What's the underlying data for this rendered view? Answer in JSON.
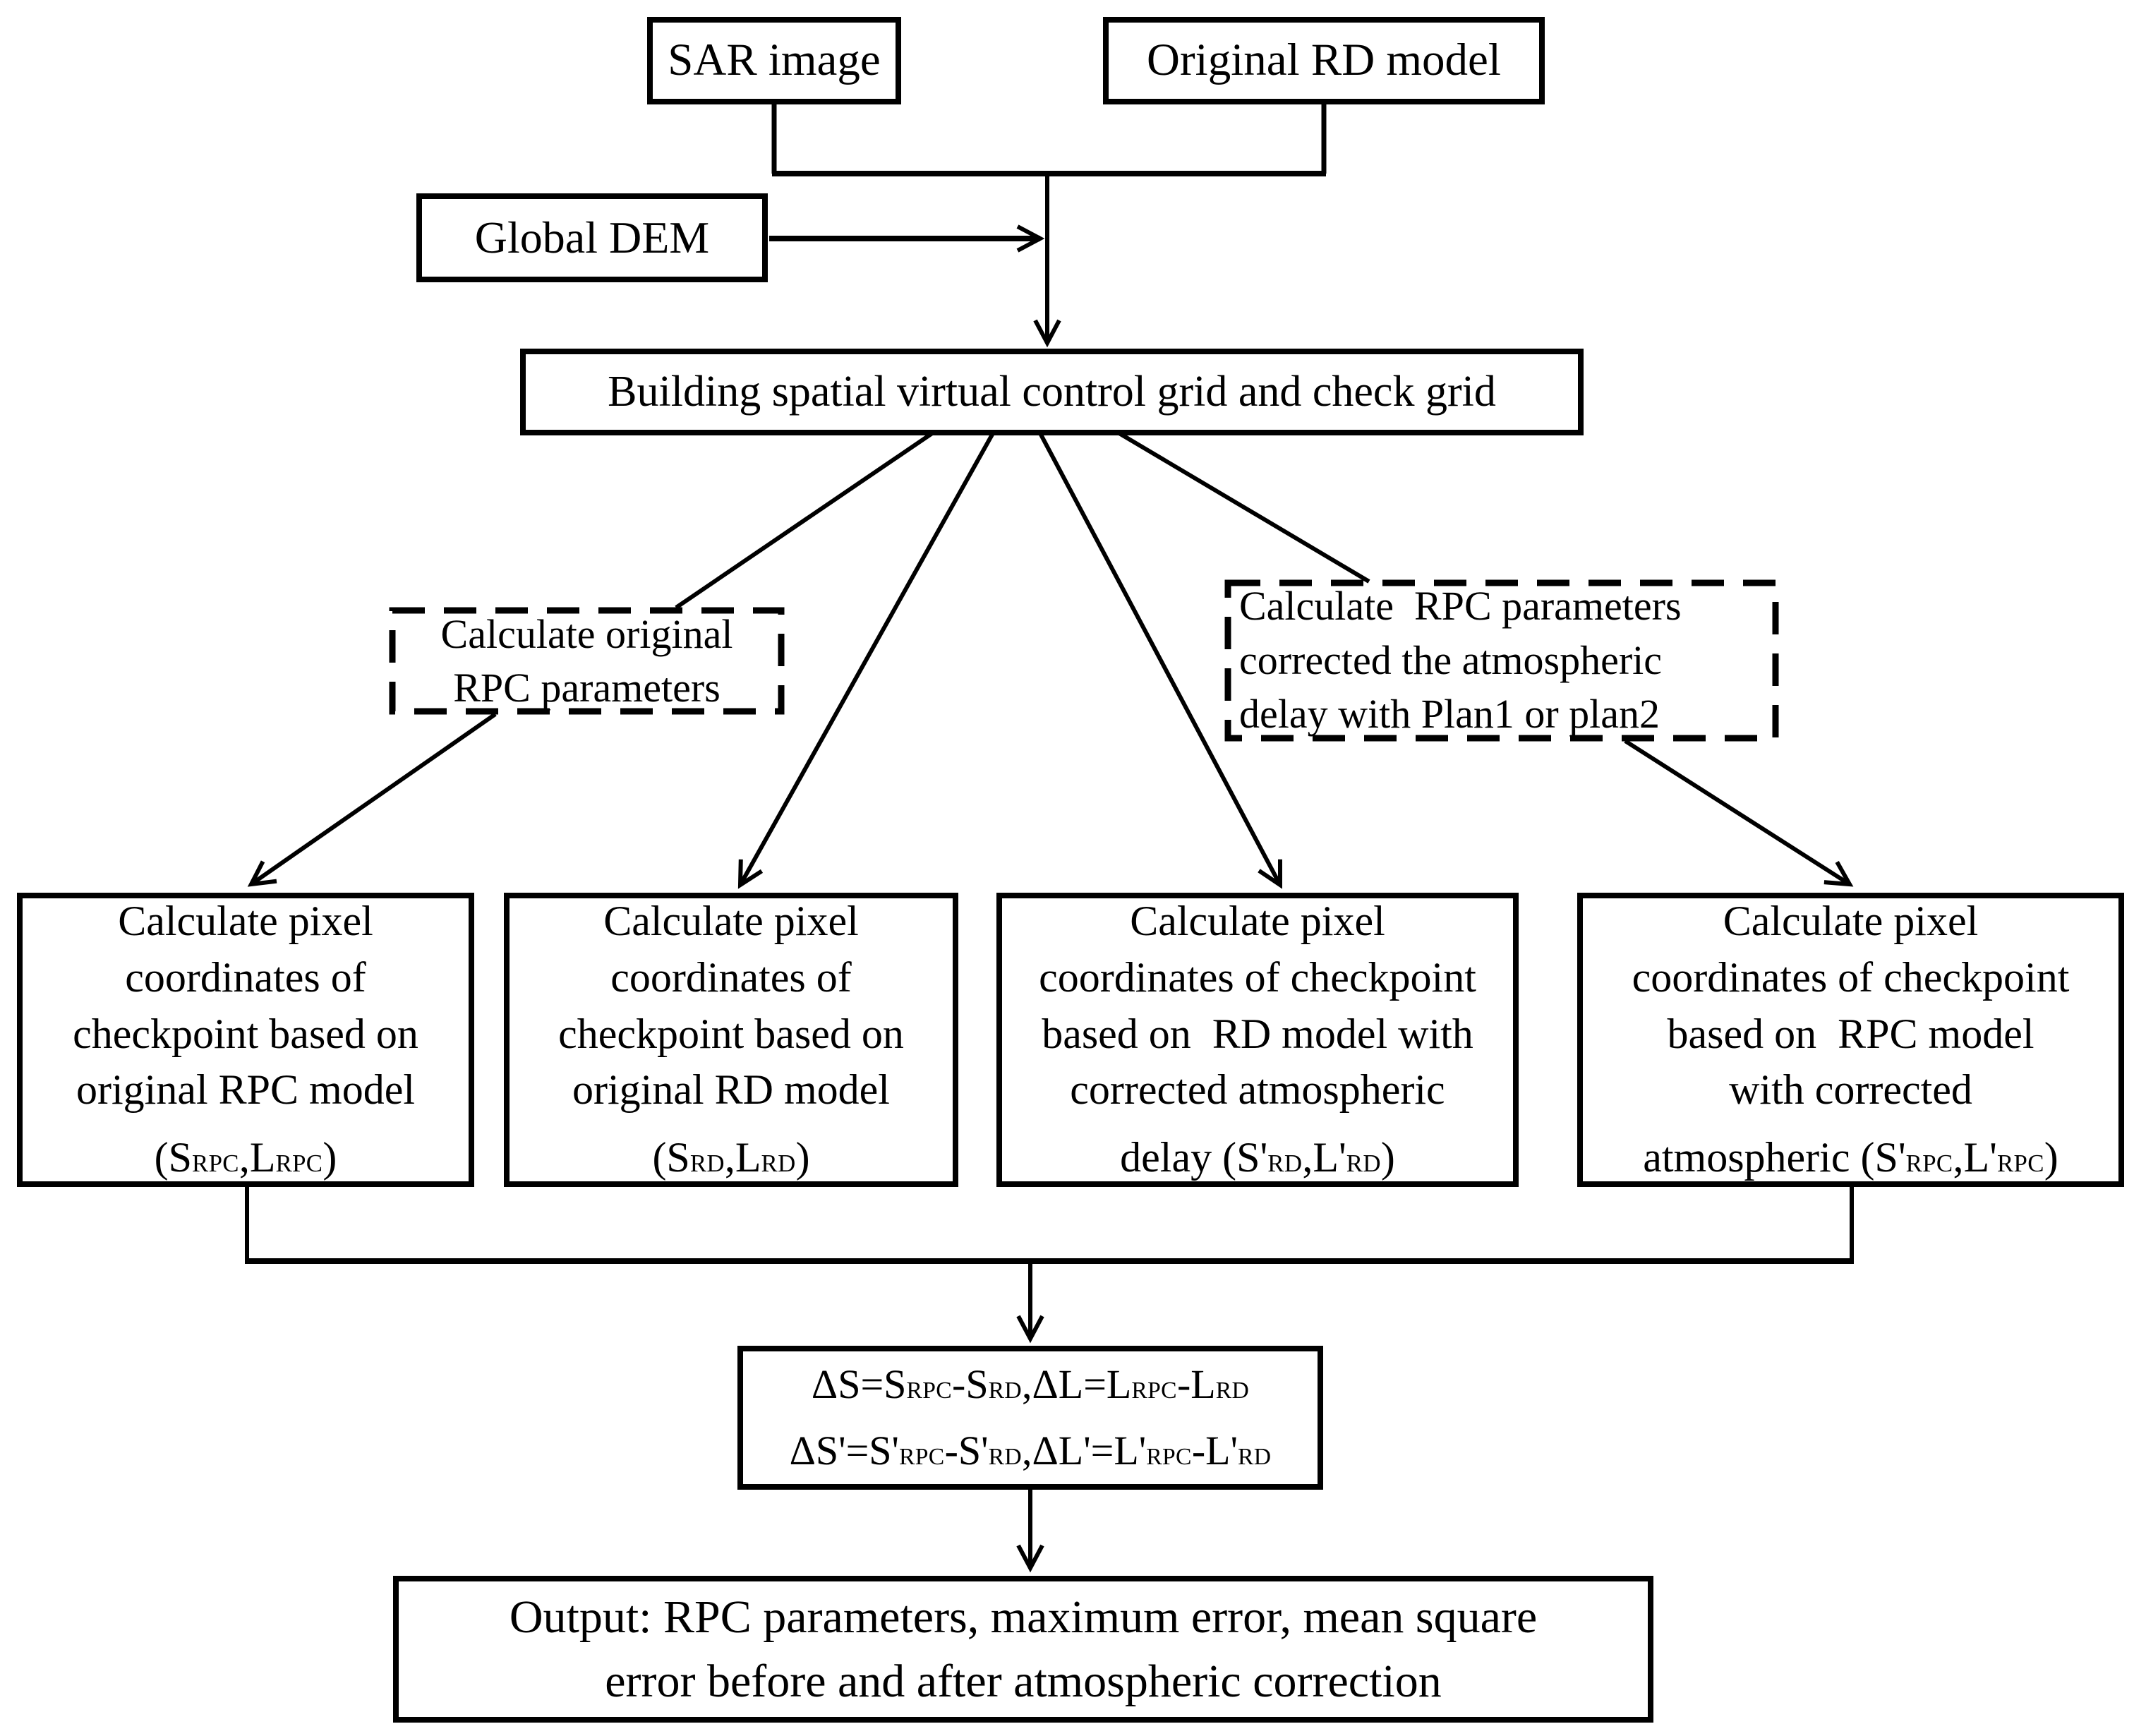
{
  "figure": {
    "background": "#ffffff",
    "line_color": "#000000",
    "type": "flowchart"
  },
  "nodes": {
    "sar": {
      "label": "SAR image"
    },
    "original_rd": {
      "label": "Original RD model"
    },
    "global_dem": {
      "label": "Global DEM"
    },
    "building_grid": {
      "label": "Building spatial virtual control grid and check grid"
    },
    "calc_original_rpc": {
      "label": "Calculate original\nRPC parameters"
    },
    "calc_rpc_corrected": {
      "label": "Calculate  RPC parameters\ncorrected the atmospheric\ndelay with Plan1 or plan2"
    },
    "pixel_rpc": {
      "text": "Calculate pixel\ncoordinates of\ncheckpoint based on\noriginal RPC model",
      "formula": "(S_{RPC},L_{RPC})"
    },
    "pixel_rd": {
      "text": "Calculate pixel\ncoordinates of\ncheckpoint based on\noriginal RD model",
      "formula": "(S_{RD},L_{RD})"
    },
    "pixel_rd_corrected": {
      "text": "Calculate pixel\ncoordinates of checkpoint\nbased on  RD model with\ncorrected atmospheric",
      "formula": "delay (S'_{RD},L'_{RD})"
    },
    "pixel_rpc_corrected": {
      "text": "Calculate pixel\ncoordinates of checkpoint\nbased on  RPC model\nwith corrected",
      "formula": "atmospheric (S'_{RPC},L'_{RPC})"
    },
    "delta_formula": {
      "label": "ΔS=S_{RPC}-S_{RD},ΔL=L_{RPC}-L_{RD}\nΔS'=S'_{RPC}-S'_{RD},ΔL'=L'_{RPC}-L'_{RD}"
    },
    "output": {
      "label": "Output: RPC parameters, maximum error, mean square\nerror before and after atmospheric correction"
    }
  }
}
